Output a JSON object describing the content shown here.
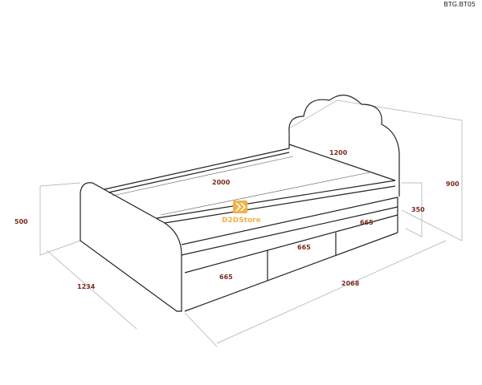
{
  "model_code": "BTG.BT05",
  "dimensions": {
    "length_total": "2068",
    "mattress_length": "2000",
    "mattress_width": "1200",
    "width_total": "1234",
    "headboard_height": "900",
    "footboard_height": "500",
    "drawer_height": "350",
    "drawer_left": "665",
    "drawer_middle": "665",
    "drawer_right": "665"
  },
  "watermark": {
    "brand": "D2DStore",
    "color": "#f2b24a"
  },
  "colors": {
    "dimension_text": "#7a2a1e",
    "outline": "#222222",
    "dimension_line": "#999999"
  }
}
